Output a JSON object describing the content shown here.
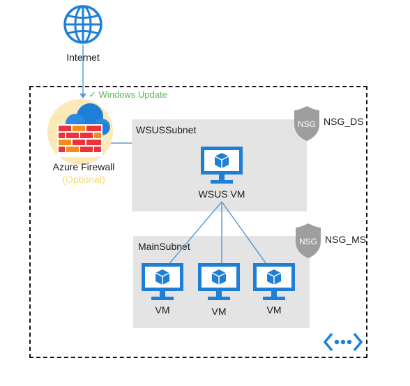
{
  "internet": {
    "label": "Internet",
    "icon": "globe-icon"
  },
  "windows_update": {
    "label": "Windows Update",
    "check_glyph": "✓",
    "color": "#5cb85c"
  },
  "firewall": {
    "label": "Azure Firewall",
    "sublabel": "(Optional)",
    "halo_color": "#fde9b8",
    "sublabel_color": "#f5d77a",
    "icon": "firewall-icon"
  },
  "vnet": {
    "icon": "virtual-network-icon",
    "border_style": "dashed"
  },
  "wsus_subnet": {
    "label": "WSUSSubnet",
    "nsg": {
      "badge": "NSG",
      "label": "NSG_DS"
    },
    "vm": {
      "label": "WSUS VM",
      "icon": "vm-monitor-icon"
    }
  },
  "main_subnet": {
    "label": "MainSubnet",
    "nsg": {
      "badge": "NSG",
      "label": "NSG_MS"
    },
    "vms": [
      {
        "label": "VM",
        "icon": "vm-monitor-icon"
      },
      {
        "label": "VM",
        "icon": "vm-monitor-icon"
      },
      {
        "label": "VM",
        "icon": "vm-monitor-icon"
      }
    ]
  },
  "colors": {
    "azure_blue": "#1e7fd6",
    "connector_blue": "#5b9bd5",
    "subnet_fill": "#e4e4e4",
    "nsg_gray": "#9e9e9e"
  }
}
